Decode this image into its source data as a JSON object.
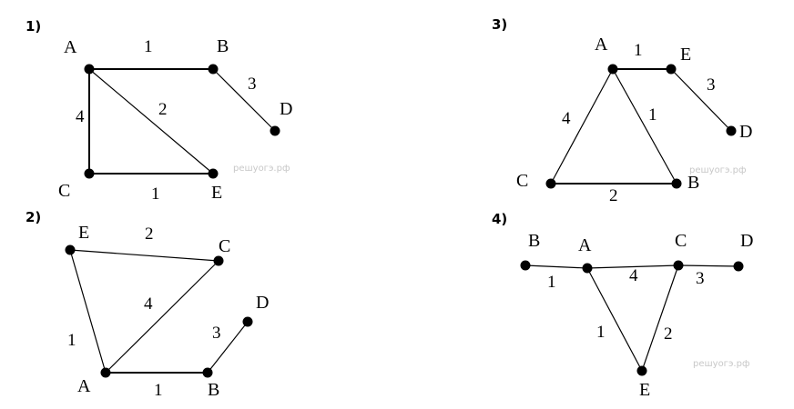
{
  "watermark": "решуогэ.рф",
  "graphs": [
    {
      "number": "1)",
      "nodes": [
        "A",
        "B",
        "C",
        "D",
        "E"
      ],
      "edges": [
        {
          "from": "A",
          "to": "B",
          "weight": "1"
        },
        {
          "from": "B",
          "to": "D",
          "weight": "3"
        },
        {
          "from": "A",
          "to": "E",
          "weight": "2"
        },
        {
          "from": "A",
          "to": "C",
          "weight": "4"
        },
        {
          "from": "C",
          "to": "E",
          "weight": "1"
        }
      ]
    },
    {
      "number": "2)",
      "nodes": [
        "E",
        "C",
        "D",
        "A",
        "B"
      ],
      "edges": [
        {
          "from": "E",
          "to": "C",
          "weight": "2"
        },
        {
          "from": "A",
          "to": "C",
          "weight": "4"
        },
        {
          "from": "E",
          "to": "A",
          "weight": "1"
        },
        {
          "from": "A",
          "to": "B",
          "weight": "1"
        },
        {
          "from": "B",
          "to": "D",
          "weight": "3"
        }
      ]
    },
    {
      "number": "3)",
      "nodes": [
        "A",
        "E",
        "D",
        "C",
        "B"
      ],
      "edges": [
        {
          "from": "A",
          "to": "E",
          "weight": "1"
        },
        {
          "from": "E",
          "to": "D",
          "weight": "3"
        },
        {
          "from": "A",
          "to": "C",
          "weight": "4"
        },
        {
          "from": "A",
          "to": "B",
          "weight": "1"
        },
        {
          "from": "C",
          "to": "B",
          "weight": "2"
        }
      ]
    },
    {
      "number": "4)",
      "nodes": [
        "B",
        "A",
        "C",
        "D",
        "E"
      ],
      "edges": [
        {
          "from": "B",
          "to": "A",
          "weight": "1"
        },
        {
          "from": "A",
          "to": "C",
          "weight": "4"
        },
        {
          "from": "C",
          "to": "D",
          "weight": "3"
        },
        {
          "from": "A",
          "to": "E",
          "weight": "1"
        },
        {
          "from": "C",
          "to": "E",
          "weight": "2"
        }
      ]
    }
  ]
}
